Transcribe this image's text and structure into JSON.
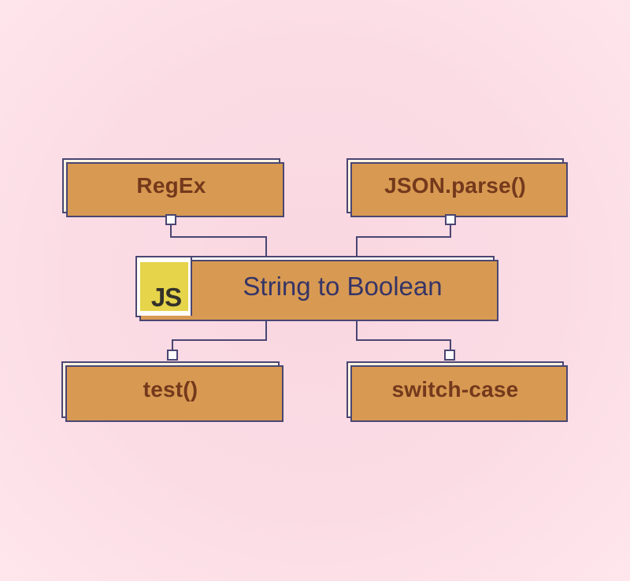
{
  "diagram_title": "String to Boolean",
  "center": {
    "label": "String to Boolean",
    "badge_label": "JS",
    "badge_icon": "javascript-logo-icon"
  },
  "nodes": [
    {
      "id": "regex",
      "label": "RegEx",
      "position": "top-left"
    },
    {
      "id": "json-parse",
      "label": "JSON.parse()",
      "position": "top-right"
    },
    {
      "id": "test",
      "label": "test()",
      "position": "bottom-left"
    },
    {
      "id": "switch-case",
      "label": "switch-case",
      "position": "bottom-right"
    }
  ],
  "connections": [
    {
      "from": "regex",
      "to": "center"
    },
    {
      "from": "json-parse",
      "to": "center"
    },
    {
      "from": "center",
      "to": "test"
    },
    {
      "from": "center",
      "to": "switch-case"
    }
  ],
  "colors": {
    "background_center": "#f9d7e1",
    "background_mid": "#fbdce5",
    "background_edge": "#ffe6ec",
    "node_fill": "#fdf3e2",
    "node_border": "#4a4673",
    "node_shadow": "#d89a52",
    "node_text": "#74391c",
    "center_fill": "#fffdf8",
    "center_text": "#363467",
    "js_yellow": "#e6d44b",
    "js_text": "#33312a",
    "port_fill": "#fcfcfd"
  }
}
